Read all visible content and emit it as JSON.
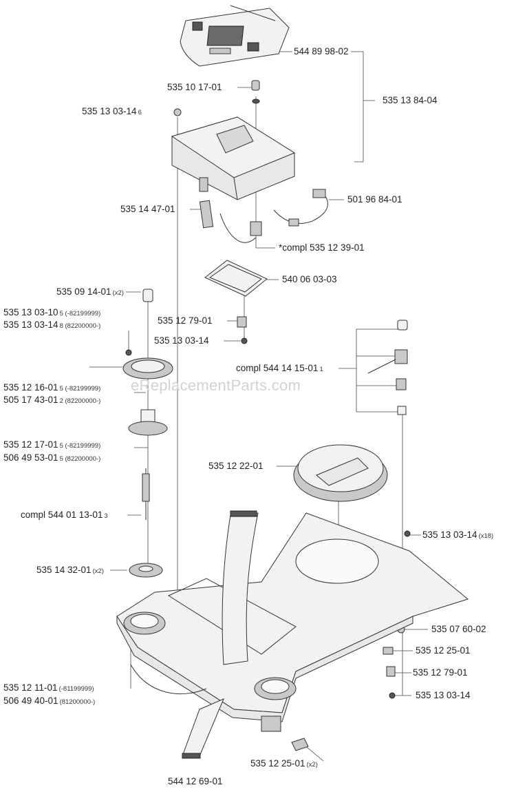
{
  "watermark": "eReplacementParts.com",
  "parts": [
    {
      "id": "p01",
      "num": "544 89 98-02",
      "note": ""
    },
    {
      "id": "p02",
      "num": "535 10 17-01",
      "note": ""
    },
    {
      "id": "p03",
      "num": "535 13 84-04",
      "note": ""
    },
    {
      "id": "p04",
      "num": "535 13 03-14",
      "note": "6"
    },
    {
      "id": "p05",
      "num": "535 14 47-01",
      "note": ""
    },
    {
      "id": "p06",
      "num": "501 96 84-01",
      "note": ""
    },
    {
      "id": "p07",
      "num": "*compl 535 12 39-01",
      "note": ""
    },
    {
      "id": "p08",
      "num": "540 06 03-03",
      "note": ""
    },
    {
      "id": "p09",
      "num": "535 09 14-01",
      "note": "(x2)"
    },
    {
      "id": "p10",
      "num": "535 13 03-10",
      "note": "5 (-82199999)"
    },
    {
      "id": "p11",
      "num": "535 13 03-14",
      "note": "8 (82200000-)"
    },
    {
      "id": "p12",
      "num": "535 12 79-01",
      "note": ""
    },
    {
      "id": "p13",
      "num": "535 13 03-14",
      "note": ""
    },
    {
      "id": "p14",
      "num": "compl 544 14 15-01",
      "note": "1"
    },
    {
      "id": "p15",
      "num": "535 12 16-01",
      "note": "5 (-82199999)"
    },
    {
      "id": "p16",
      "num": "505 17 43-01",
      "note": "2 (82200000-)"
    },
    {
      "id": "p17",
      "num": "535 12 17-01",
      "note": "5 (-82199999)"
    },
    {
      "id": "p18",
      "num": "506 49 53-01",
      "note": "5 (82200000-)"
    },
    {
      "id": "p19",
      "num": "535 12 22-01",
      "note": ""
    },
    {
      "id": "p20",
      "num": "compl 544 01 13-01",
      "note": "3"
    },
    {
      "id": "p21",
      "num": "535 13 03-14",
      "note": "(x18)"
    },
    {
      "id": "p22",
      "num": "535 14 32-01",
      "note": "(x2)"
    },
    {
      "id": "p23",
      "num": "535 07 60-02",
      "note": ""
    },
    {
      "id": "p24",
      "num": "535 12 25-01",
      "note": ""
    },
    {
      "id": "p25",
      "num": "535 12 79-01",
      "note": ""
    },
    {
      "id": "p26",
      "num": "535 12 11-01",
      "note": "(-81199999)"
    },
    {
      "id": "p27",
      "num": "506 49 40-01",
      "note": "(81200000-)"
    },
    {
      "id": "p28",
      "num": "535 13 03-14",
      "note": ""
    },
    {
      "id": "p29",
      "num": "535 12 25-01",
      "note": "(x2)"
    },
    {
      "id": "p30",
      "num": "544 12 69-01",
      "note": ""
    }
  ]
}
